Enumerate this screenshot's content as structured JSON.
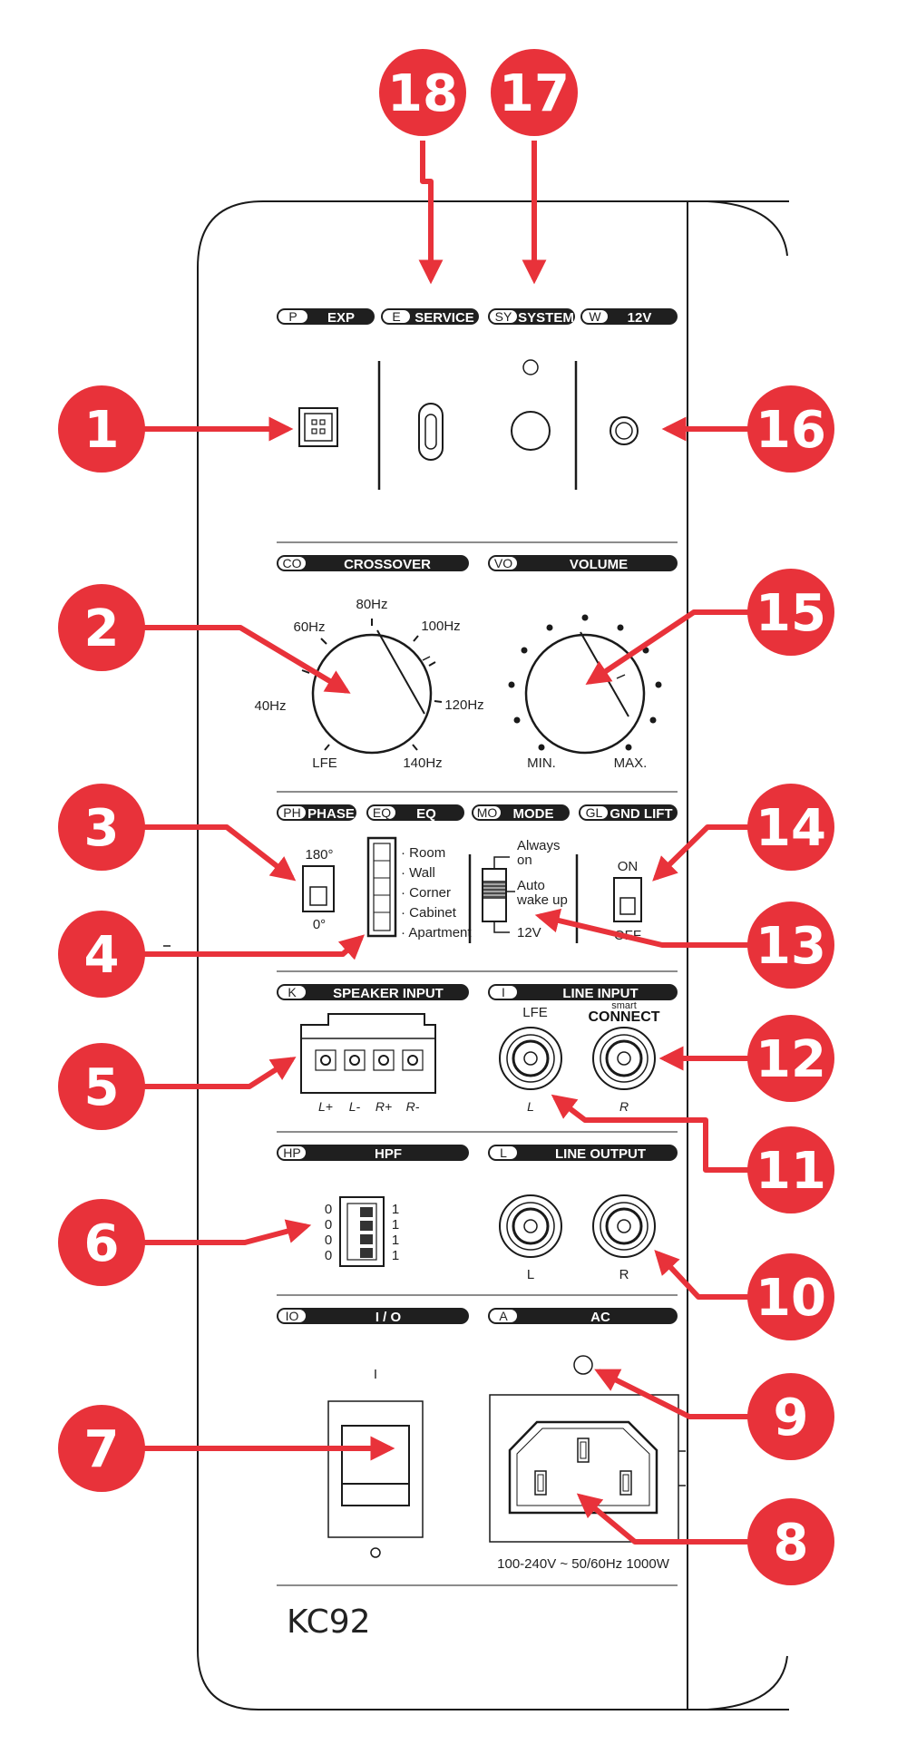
{
  "colors": {
    "callout": "#e8323a",
    "ink": "#1a1a1a",
    "header_bg": "#1f1f1f",
    "panel": "#ffffff"
  },
  "top_section": {
    "headers": [
      {
        "code": "P",
        "label": "EXP"
      },
      {
        "code": "E",
        "label": "SERVICE"
      },
      {
        "code": "SY",
        "label": "SYSTEM"
      },
      {
        "code": "W",
        "label": "12V"
      }
    ]
  },
  "crossover": {
    "header": {
      "code": "CO",
      "label": "CROSSOVER"
    },
    "marks": [
      "40Hz",
      "60Hz",
      "80Hz",
      "100Hz",
      "120Hz",
      "140Hz",
      "LFE"
    ]
  },
  "volume": {
    "header": {
      "code": "VO",
      "label": "VOLUME"
    },
    "min_label": "MIN.",
    "max_label": "MAX."
  },
  "phase": {
    "header": {
      "code": "PH",
      "label": "PHASE"
    },
    "top": "180°",
    "bottom": "0°"
  },
  "eq": {
    "header": {
      "code": "EQ",
      "label": "EQ"
    },
    "options": [
      "Room",
      "Wall",
      "Corner",
      "Cabinet",
      "Apartment"
    ]
  },
  "mode": {
    "header": {
      "code": "MO",
      "label": "MODE"
    },
    "opt1_line1": "Always",
    "opt1_line2": "on",
    "opt2_line1": "Auto",
    "opt2_line2": "wake up",
    "opt3": "12V"
  },
  "gnd_lift": {
    "header": {
      "code": "GL",
      "label": "GND LIFT"
    },
    "on": "ON",
    "off": "OFF"
  },
  "speaker_input": {
    "header": {
      "code": "K",
      "label": "SPEAKER INPUT"
    },
    "terminals": [
      "L+",
      "L-",
      "R+",
      "R-"
    ]
  },
  "line_input": {
    "header": {
      "code": "I",
      "label": "LINE INPUT"
    },
    "lfe": "LFE",
    "smart": "smart",
    "connect": "CONNECT",
    "left": "L",
    "right": "R"
  },
  "hpf": {
    "header": {
      "code": "HP",
      "label": "HPF"
    },
    "zeros": [
      "0",
      "0",
      "0",
      "0"
    ],
    "ones": [
      "1",
      "1",
      "1",
      "1"
    ]
  },
  "line_output": {
    "header": {
      "code": "L",
      "label": "LINE OUTPUT"
    },
    "left": "L",
    "right": "R"
  },
  "io": {
    "header": {
      "code": "IO",
      "label": "I / O"
    },
    "on_mark": "I"
  },
  "ac": {
    "header": {
      "code": "A",
      "label": "AC"
    },
    "rating": "100-240V ~ 50/60Hz 1000W"
  },
  "model": "KC92",
  "callouts": [
    "1",
    "2",
    "3",
    "4",
    "5",
    "6",
    "7",
    "8",
    "9",
    "10",
    "11",
    "12",
    "13",
    "14",
    "15",
    "16",
    "17",
    "18"
  ]
}
